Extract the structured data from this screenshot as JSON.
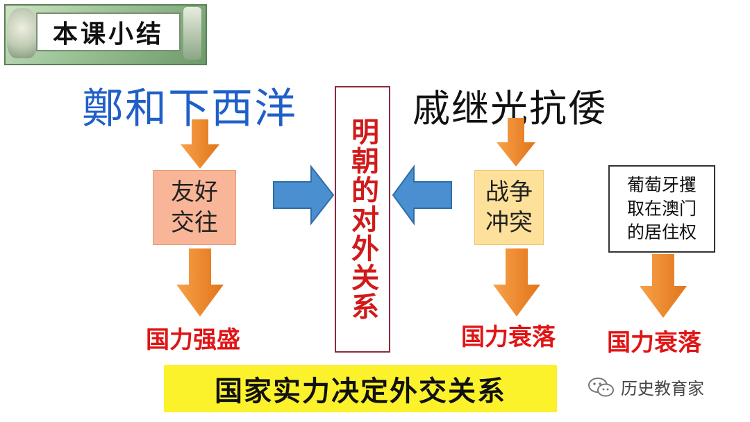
{
  "banner": {
    "title": "本课小结"
  },
  "headings": {
    "left": "鄭和下西洋",
    "right": "戚继光抗倭"
  },
  "center": {
    "text": "明朝的对外关系"
  },
  "boxes": {
    "friendly": {
      "line1": "友好",
      "line2": "交往"
    },
    "war": {
      "line1": "战争",
      "line2": "冲突"
    },
    "portugal": {
      "line1": "葡萄牙攫",
      "line2": "取在澳门",
      "line3": "的居住权"
    }
  },
  "outcomes": {
    "left": "国力强盛",
    "middle": "国力衰落",
    "right": "国力衰落"
  },
  "conclusion": "国家实力决定外交关系",
  "watermark": {
    "text": "历史教育家",
    "icon": "wechat-icon"
  },
  "colors": {
    "orange_arrow": "#f08a2c",
    "blue_arrow": "#4a8fd0",
    "outcome_red": "#e01414",
    "center_red": "#d11a1a",
    "heading_blue": "#1f5fc8",
    "highlight_yellow": "#fbf22c",
    "friendly_box": "#f8b597",
    "war_box": "#fde19b"
  }
}
